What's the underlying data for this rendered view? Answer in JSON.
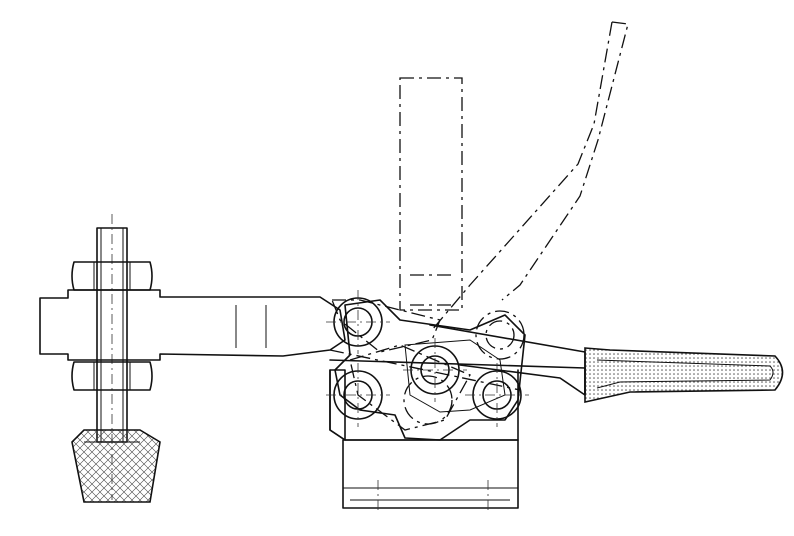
{
  "diagram": {
    "colors": {
      "line": "#111111",
      "background": "#ffffff"
    },
    "parts": [
      "threaded-spindle",
      "upper-hex-nut",
      "lower-hex-nut",
      "rubber-pressure-tip",
      "clamp-arm",
      "open-arm-ghost",
      "pivot-pins",
      "base-block",
      "handle",
      "handle-grip",
      "open-handle-ghost"
    ]
  }
}
